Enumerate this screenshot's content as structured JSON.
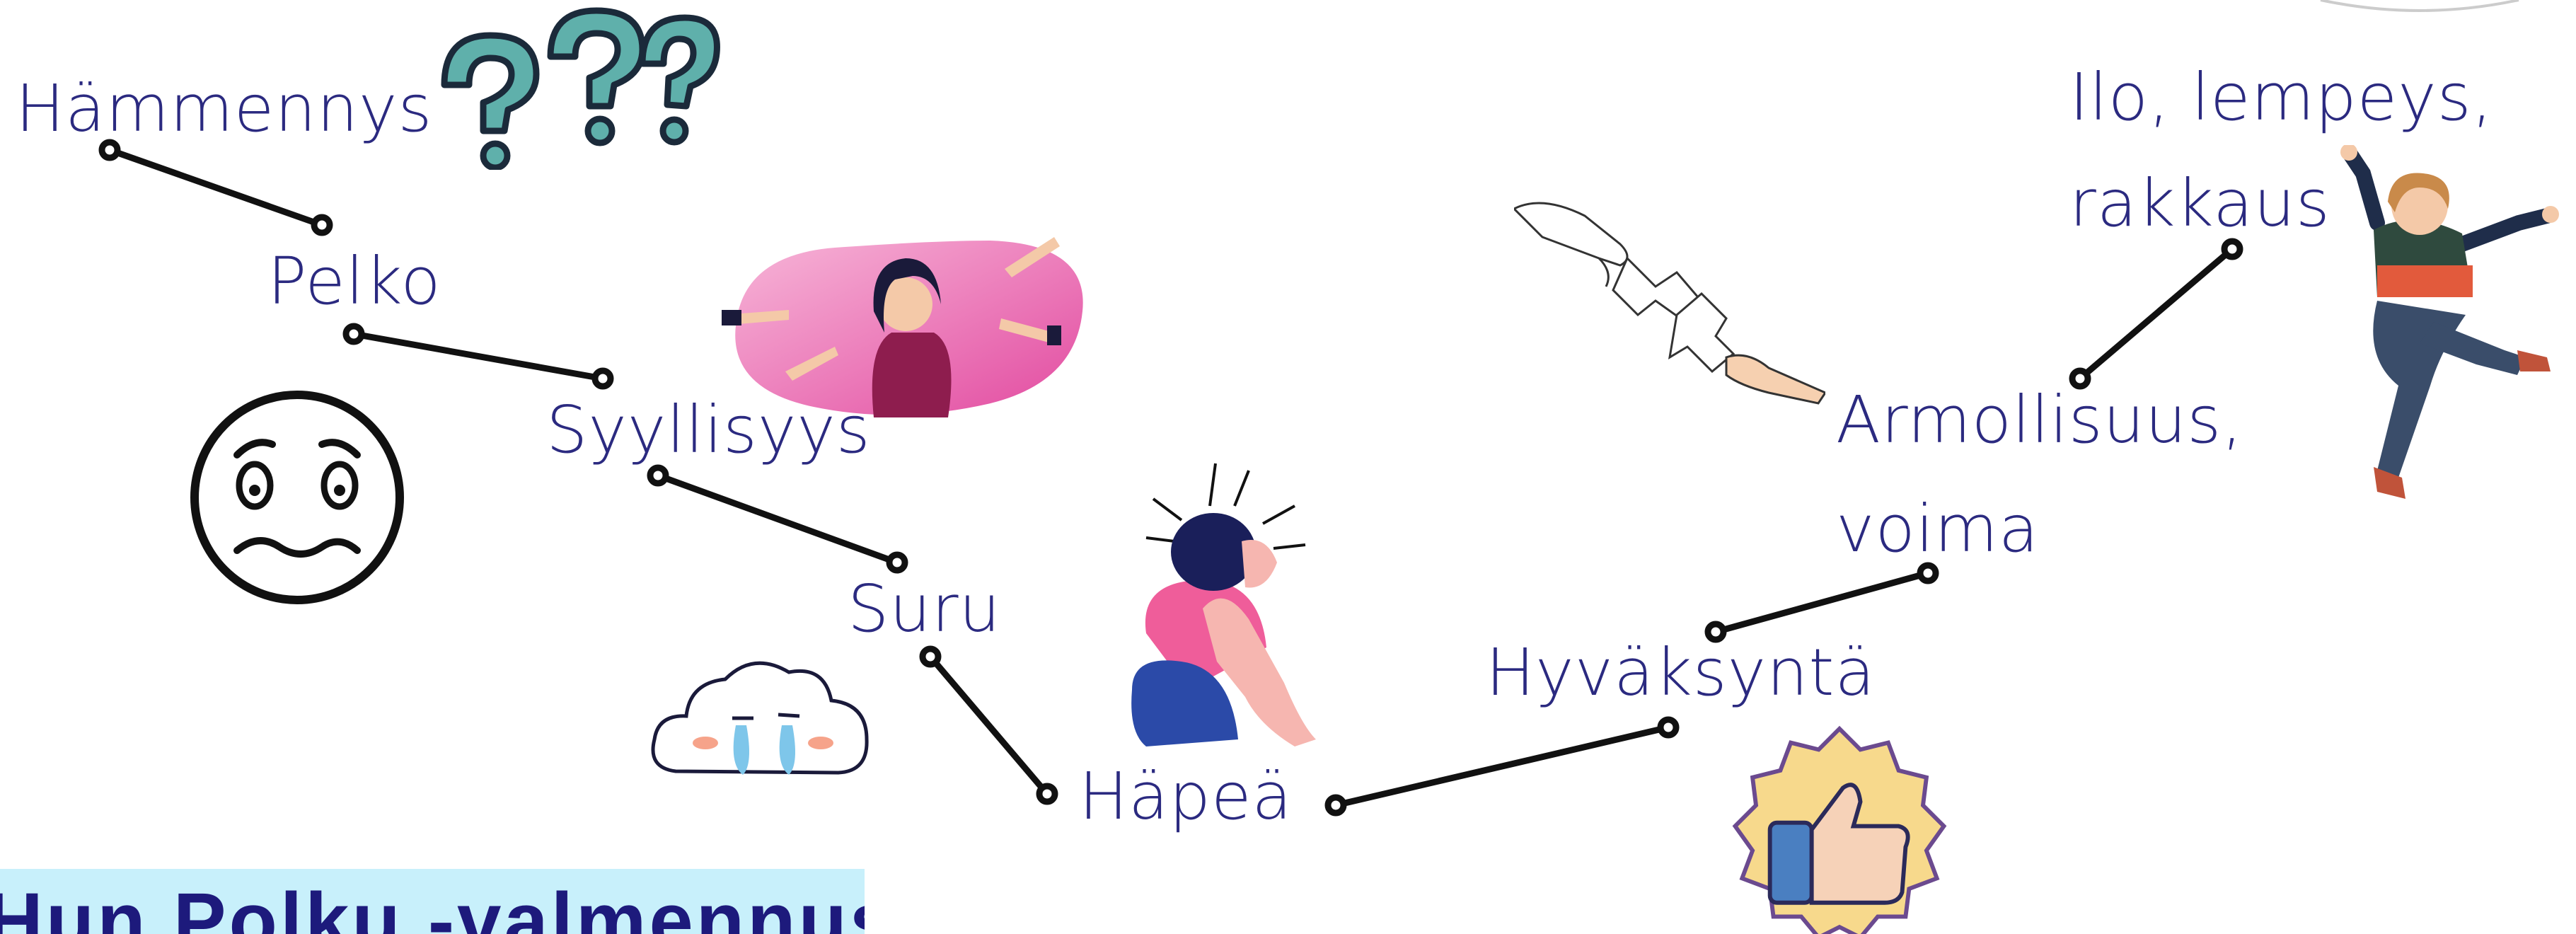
{
  "colors": {
    "text": "#2b2a80",
    "line": "#111111",
    "banner_bg": "#c8f0fb",
    "banner_text": "#1d1a7c"
  },
  "stages": [
    {
      "id": "hammennys",
      "label": "Hämmennys"
    },
    {
      "id": "pelko",
      "label": "Pelko"
    },
    {
      "id": "syyllisyys",
      "label": "Syyllisyys"
    },
    {
      "id": "suru",
      "label": "Suru"
    },
    {
      "id": "hapea",
      "label": "Häpeä"
    },
    {
      "id": "hyvaksynta",
      "label": "Hyväksyntä"
    },
    {
      "id": "armollisuus",
      "label_lines": [
        "Armollisuus,",
        "voima"
      ]
    },
    {
      "id": "ilo",
      "label_lines": [
        "Ilo, lempeys,",
        "rakkaus"
      ]
    }
  ],
  "banner": {
    "text": "Hun Polku -valmennus"
  },
  "icons": [
    "question-marks-icon",
    "worried-face-icon",
    "pointing-fingers-woman-icon",
    "crying-cloud-icon",
    "stressed-woman-icon",
    "thumbs-up-badge-icon",
    "puzzle-hands-icon",
    "jumping-person-icon",
    "circle-badge-icon"
  ]
}
